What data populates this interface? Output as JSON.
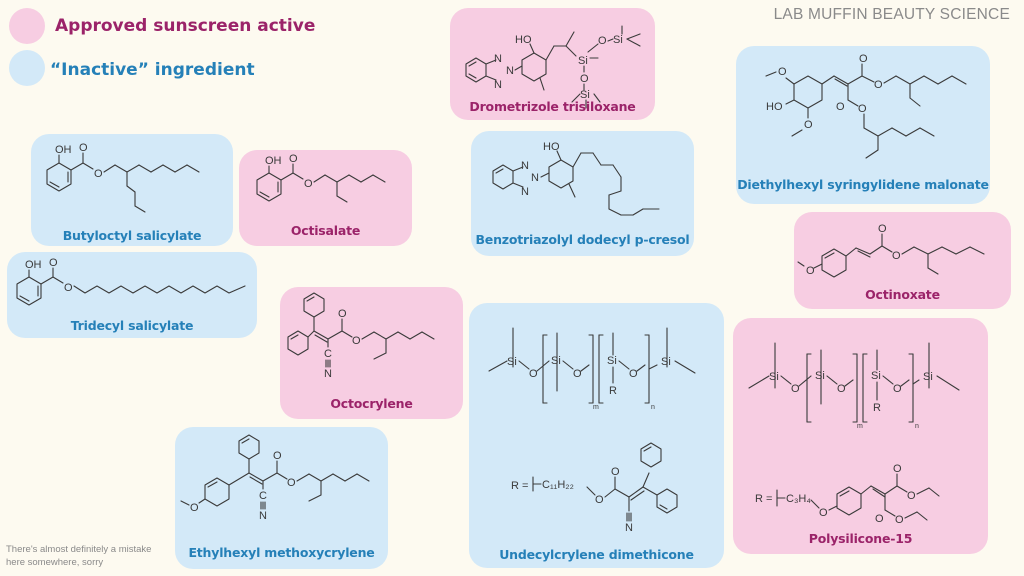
{
  "legend": {
    "active": {
      "label": "Approved sunscreen active",
      "color": "#f7cde2",
      "text_color": "#9b2369"
    },
    "inactive": {
      "label": "“Inactive” ingredient",
      "color": "#d3e9f8",
      "text_color": "#2580b8"
    }
  },
  "brand": "LAB MUFFIN BEAUTY SCIENCE",
  "footnote": "There's almost definitely a mistake here somewhere, sorry",
  "molecules": [
    {
      "id": "drometrizole",
      "name": "Drometrizole trisiloxane",
      "type": "active"
    },
    {
      "id": "diethylhexyl",
      "name": "Diethylhexyl syringylidene malonate",
      "type": "inactive"
    },
    {
      "id": "butyloctyl",
      "name": "Butyloctyl salicylate",
      "type": "inactive"
    },
    {
      "id": "octisalate",
      "name": "Octisalate",
      "type": "active"
    },
    {
      "id": "benzotriazolyl",
      "name": "Benzotriazolyl dodecyl p-cresol",
      "type": "inactive"
    },
    {
      "id": "octinoxate",
      "name": "Octinoxate",
      "type": "active"
    },
    {
      "id": "tridecyl",
      "name": "Tridecyl salicylate",
      "type": "inactive"
    },
    {
      "id": "octocrylene",
      "name": "Octocrylene",
      "type": "active"
    },
    {
      "id": "undecylcrylene",
      "name": "Undecylcrylene dimethicone",
      "type": "inactive"
    },
    {
      "id": "polysilicone",
      "name": "Polysilicone-15",
      "type": "active"
    },
    {
      "id": "ethylhexyl",
      "name": "Ethylhexyl methoxycrylene",
      "type": "inactive"
    }
  ],
  "atoms": {
    "OH": "OH",
    "HO": "HO",
    "O": "O",
    "N": "N",
    "Si": "Si",
    "R": "R",
    "C": "C",
    "m": "m",
    "n": "n",
    "R_eq": "R =",
    "undecyl_chain": "C₁₁H₂₂",
    "propyl_chain": "C₃H₄"
  }
}
